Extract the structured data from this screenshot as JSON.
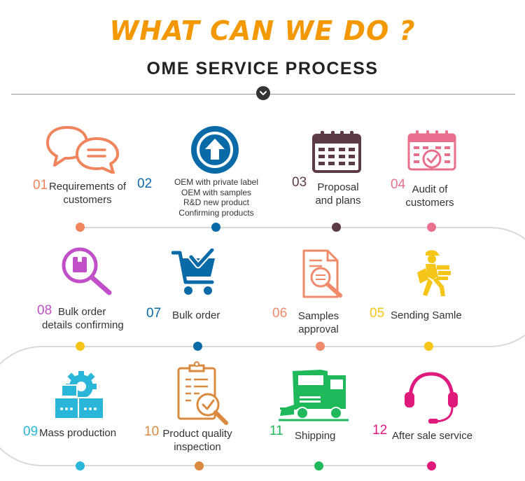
{
  "header": {
    "title": "WHAT CAN WE DO ?",
    "subtitle": "OME SERVICE PROCESS"
  },
  "colors": {
    "title": "#f39800",
    "track": "#d9d9d9",
    "s01": "#f0845c",
    "s02": "#0a6aa8",
    "s03": "#5b3a45",
    "s04": "#e8708e",
    "s05": "#f5c518",
    "s06": "#f08a6a",
    "s07": "#0a6aa8",
    "s08": "#c14fc7",
    "s09": "#29b6d8",
    "s10": "#d98a3e",
    "s11": "#1fb85a",
    "s12": "#e0197d"
  },
  "steps": [
    {
      "num": "01",
      "lines": [
        "Requirements of",
        "customers"
      ],
      "icon": "chat-bubbles-icon"
    },
    {
      "num": "02",
      "lines": [
        "OEM with private label",
        "OEM with samples",
        "R&D new product",
        "Confirming products"
      ],
      "icon": "upload-arrow-icon"
    },
    {
      "num": "03",
      "lines": [
        "Proposal",
        "and plans"
      ],
      "icon": "calendar-icon"
    },
    {
      "num": "04",
      "lines": [
        "Audit of",
        "customers"
      ],
      "icon": "calendar-check-icon"
    },
    {
      "num": "05",
      "lines": [
        "Sending Samle"
      ],
      "icon": "courier-icon"
    },
    {
      "num": "06",
      "lines": [
        "Samples",
        "approval"
      ],
      "icon": "document-search-icon"
    },
    {
      "num": "07",
      "lines": [
        "Bulk order"
      ],
      "icon": "shopping-cart-check-icon"
    },
    {
      "num": "08",
      "lines": [
        "Bulk order",
        "details confirming"
      ],
      "icon": "magnifier-box-icon"
    },
    {
      "num": "09",
      "lines": [
        "Mass production"
      ],
      "icon": "factory-gear-icon"
    },
    {
      "num": "10",
      "lines": [
        "Product quality",
        "inspection"
      ],
      "icon": "clipboard-inspection-icon"
    },
    {
      "num": "11",
      "lines": [
        "Shipping"
      ],
      "icon": "truck-icon"
    },
    {
      "num": "12",
      "lines": [
        "After sale service"
      ],
      "icon": "headset-icon"
    }
  ]
}
